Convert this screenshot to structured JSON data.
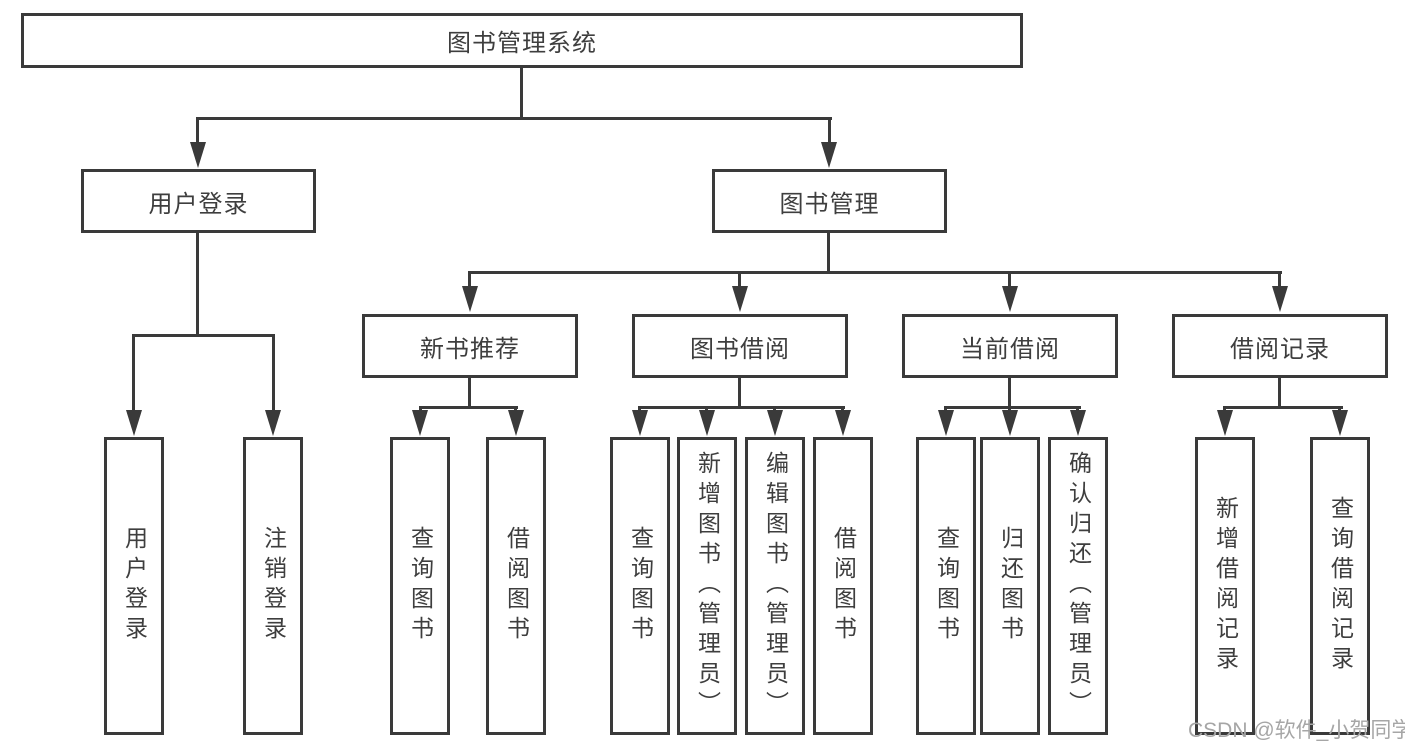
{
  "colors": {
    "line": "#3a3a3a",
    "text": "#3e3e3e",
    "watermark": "#a6a6a6",
    "background": "#ffffff"
  },
  "diagram": {
    "type": "hierarchy-tree",
    "title": "图书管理系统",
    "level1": [
      {
        "label": "用户登录",
        "parent": "图书管理系统"
      },
      {
        "label": "图书管理",
        "parent": "图书管理系统"
      }
    ],
    "level2": [
      {
        "label": "新书推荐",
        "parent": "图书管理"
      },
      {
        "label": "图书借阅",
        "parent": "图书管理"
      },
      {
        "label": "当前借阅",
        "parent": "图书管理"
      },
      {
        "label": "借阅记录",
        "parent": "图书管理"
      }
    ],
    "leaves": [
      {
        "label": "用户登录",
        "parent": "用户登录"
      },
      {
        "label": "注销登录",
        "parent": "用户登录"
      },
      {
        "label": "查询图书",
        "parent": "新书推荐"
      },
      {
        "label": "借阅图书",
        "parent": "新书推荐"
      },
      {
        "label": "查询图书",
        "parent": "图书借阅"
      },
      {
        "label": "新增图书（管理员）",
        "parent": "图书借阅"
      },
      {
        "label": "编辑图书（管理员）",
        "parent": "图书借阅"
      },
      {
        "label": "借阅图书",
        "parent": "图书借阅"
      },
      {
        "label": "查询图书",
        "parent": "当前借阅"
      },
      {
        "label": "归还图书",
        "parent": "当前借阅"
      },
      {
        "label": "确认归还（管理员）",
        "parent": "当前借阅"
      },
      {
        "label": "新增借阅记录",
        "parent": "借阅记录"
      },
      {
        "label": "查询借阅记录",
        "parent": "借阅记录"
      }
    ]
  },
  "watermark": {
    "text": "CSDN @软件_小贺同学"
  }
}
